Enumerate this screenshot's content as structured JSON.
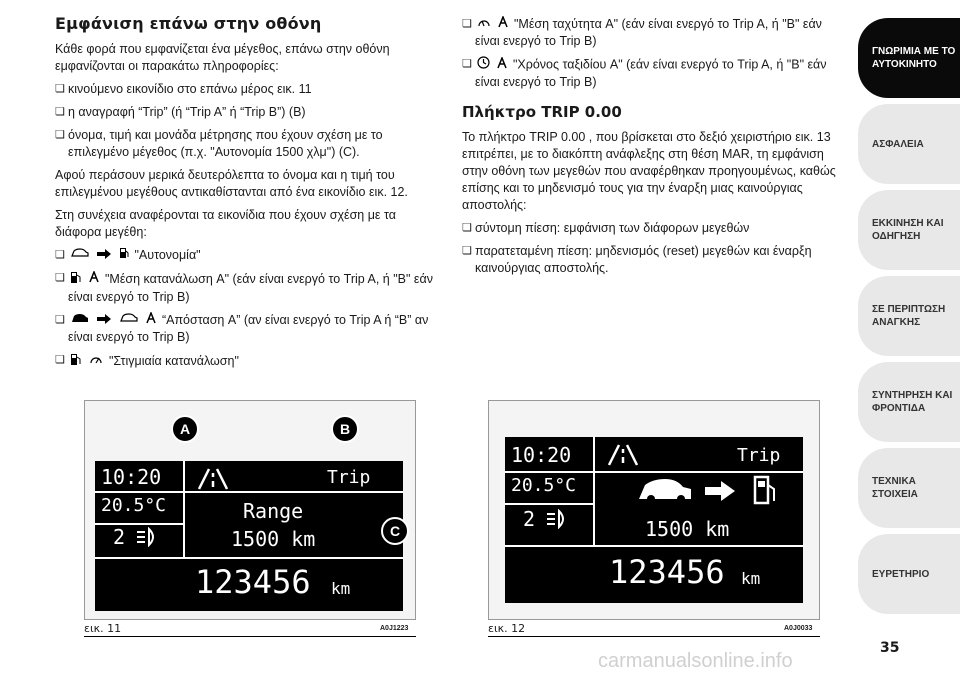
{
  "left": {
    "title": "Εμφάνιση επάνω στην οθόνη",
    "p1": "Κάθε φορά που εμφανίζεται ένα μέγεθος, επάνω στην οθόνη εμφανίζονται οι παρακάτω πληροφορίες:",
    "b1": "κινούμενο εικονίδιο στο επάνω μέρος εικ. 11",
    "b2": "η αναγραφή “Trip” (ή “Trip A” ή “Trip B”) (B)",
    "b3": "όνομα, τιμή και μονάδα μέτρησης που έχουν σχέση με το επιλεγμένο μέγεθος (π.χ. \"Αυτονομία 1500 χλμ\") (C).",
    "p2": "Αφού περάσουν μερικά δευτερόλεπτα το όνομα και η τιμή του επιλεγμένου μεγέθους αντικαθίστανται από ένα εικονίδιο εικ. 12.",
    "p3": "Στη συνέχεια αναφέρονται τα εικονίδια που έχουν σχέση με τα διάφορα μεγέθη:",
    "b4": "\"Αυτονομία\"",
    "b5": "\"Μέση κατανάλωση A\" (εάν είναι ενεργό το Trip A, ή \"B\" εάν είναι ενεργό το Trip B)",
    "b6": "“Απόσταση A” (αν είναι ενεργό το Trip A ή “B” αν είναι ενεργό το Trip B)",
    "b7": "\"Στιγμιαία κατανάλωση\""
  },
  "right": {
    "b1": "\"Μέση ταχύτητα A\" (εάν είναι ενεργό το Trip A, ή \"B\" εάν είναι ενεργό το Trip B)",
    "b2": "\"Χρόνος ταξιδίου A\" (εάν είναι ενεργό το Trip A, ή \"B\" εάν είναι ενεργό το Trip B)",
    "title": "Πλήκτρο TRIP 0.00",
    "p1": "Το πλήκτρο TRIP 0.00 , που βρίσκεται στο δεξιό χειριστήριο εικ. 13 επιτρέπει, με το διακόπτη ανάφλεξης στη θέση MAR, τη εμφάνιση στην οθόνη των μεγεθών που αναφέρθηκαν προηγουμένως, καθώς επίσης και το μηδενισμό τους για την έναρξη μιας καινούργιας αποστολής:",
    "b3": "σύντομη πίεση: εμφάνιση των διάφορων μεγεθών",
    "b4": "παρατεταμένη πίεση: μηδενισμός (reset) μεγεθών και έναρξη καινούργιας αποστολής."
  },
  "fig1": {
    "caption": "εικ. 11",
    "code": "A0J1223",
    "time": "10:20",
    "temp": "20.5°C",
    "gear": "2",
    "trip": "Trip",
    "name": "Range",
    "value": "1500 km",
    "odo": "123456",
    "odo_unit": "km",
    "callout_a": "A",
    "callout_b": "B",
    "callout_c": "C"
  },
  "fig2": {
    "caption": "εικ. 12",
    "code": "A0J0033",
    "time": "10:20",
    "temp": "20.5°C",
    "gear": "2",
    "trip": "Trip",
    "value": "1500 km",
    "odo": "123456",
    "odo_unit": "km"
  },
  "sidebar": {
    "tabs": [
      {
        "label": "ΓΝΩΡΙΜΙΑ ΜΕ ΤΟ ΑΥΤΟΚΙΝΗΤΟ"
      },
      {
        "label": "ΑΣΦΑΛΕΙΑ"
      },
      {
        "label": "ΕΚΚΙΝΗΣΗ ΚΑΙ ΟΔΗΓΗΣΗ"
      },
      {
        "label": "ΣΕ ΠΕΡΙΠΤΩΣΗ ΑΝΑΓΚΗΣ"
      },
      {
        "label": "ΣΥΝΤΗΡΗΣΗ ΚΑΙ ΦΡΟΝΤΙΔΑ"
      },
      {
        "label": "ΤΕΧΝΙΚΑ ΣΤΟΙΧΕΙΑ"
      },
      {
        "label": "ΕΥΡΕΤΗΡΙΟ"
      }
    ]
  },
  "page_number": "35",
  "watermark": "carmanualsonline.info"
}
